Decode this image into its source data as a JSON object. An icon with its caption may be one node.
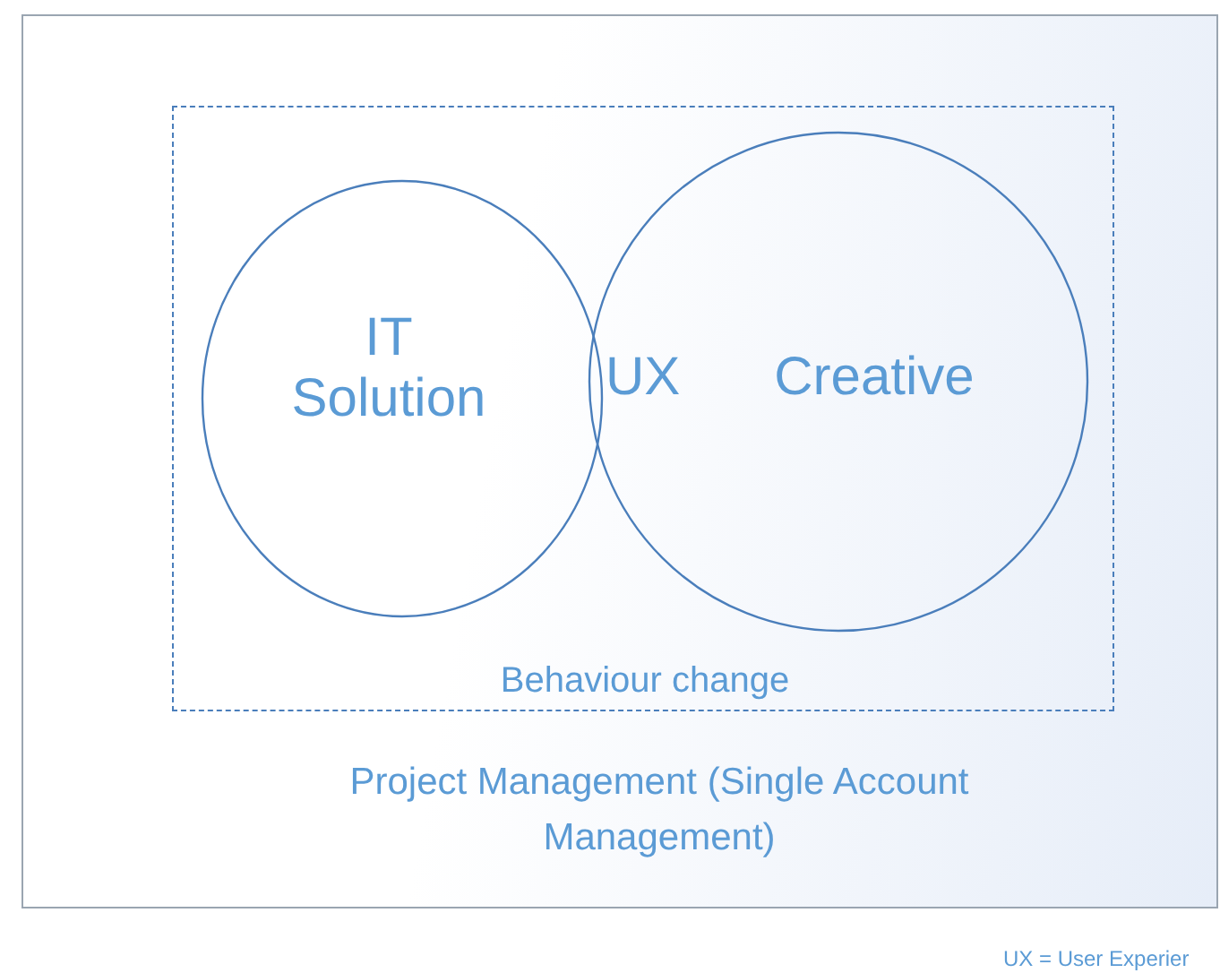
{
  "diagram": {
    "nodes": [
      {
        "text": [
          "Project Management (Single Account Management)"
        ]
      },
      {
        "text": [
          "Behaviour change"
        ],
        "in": 0
      },
      {
        "text": [
          "IT Solution"
        ],
        "in": 1
      },
      {
        "text": [
          "Creative"
        ],
        "in": 1
      }
    ],
    "labels": [
      "UX",
      "UX = User Experier"
    ]
  }
}
